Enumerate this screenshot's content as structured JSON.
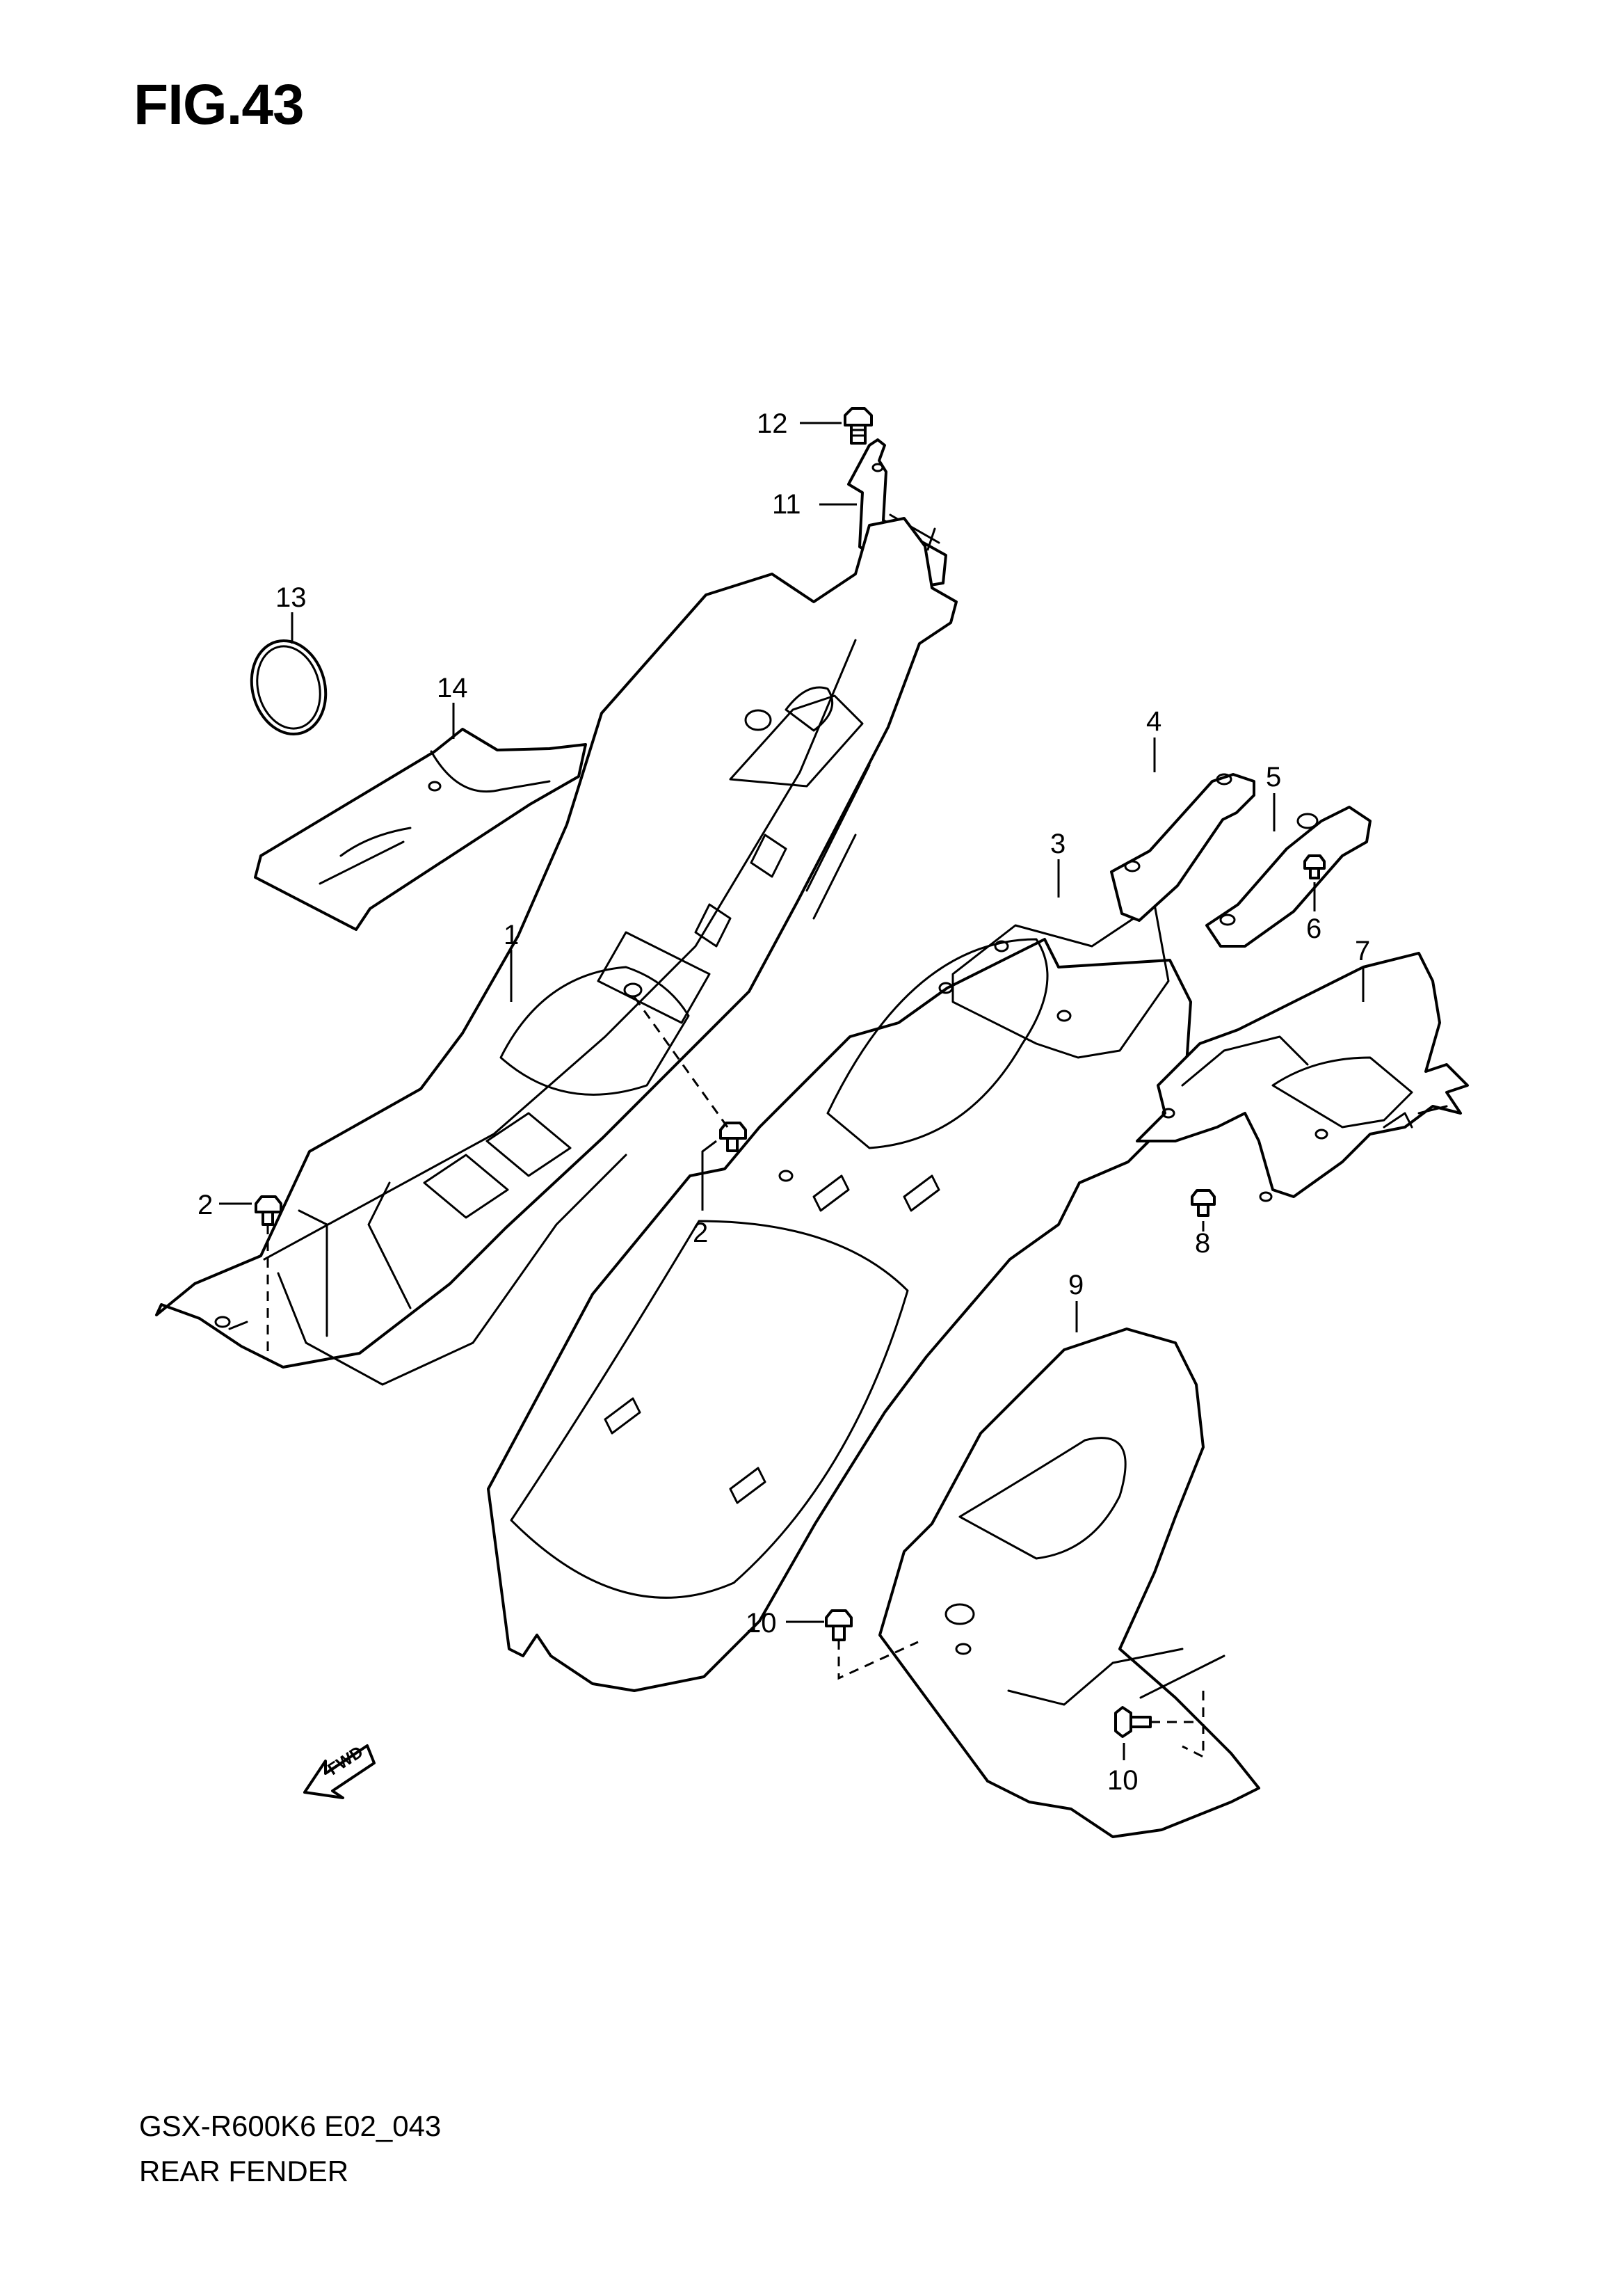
{
  "figure": {
    "title": "FIG.43",
    "model_code": "GSX-R600K6 E02_043",
    "section_name": "REAR FENDER",
    "fwd_label": "FWD"
  },
  "callouts": {
    "c1": "1",
    "c2a": "2",
    "c2b": "2",
    "c3": "3",
    "c4": "4",
    "c5": "5",
    "c6": "6",
    "c7": "7",
    "c8": "8",
    "c9": "9",
    "c10a": "10",
    "c10b": "10",
    "c11": "11",
    "c12": "12",
    "c13": "13",
    "c14": "14"
  }
}
